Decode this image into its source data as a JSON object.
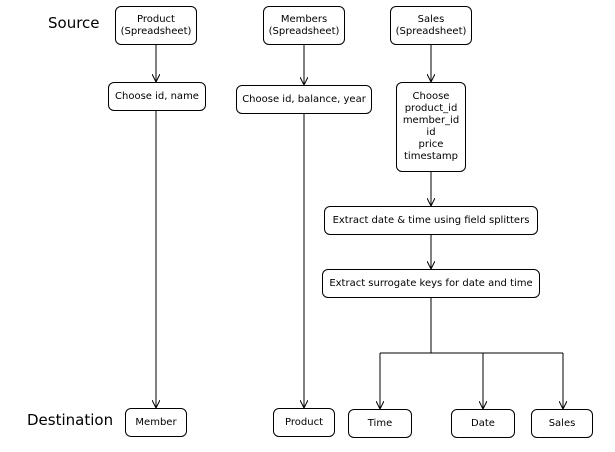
{
  "labels": {
    "source": "Source",
    "destination": "Destination"
  },
  "nodes": {
    "product_src": [
      "Product",
      "(Spreadsheet)"
    ],
    "members_src": [
      "Members",
      "(Spreadsheet)"
    ],
    "sales_src": [
      "Sales",
      "(Spreadsheet)"
    ],
    "choose_product": [
      "Choose id, name"
    ],
    "choose_members": [
      "Choose id, balance, year"
    ],
    "choose_sales": [
      "Choose",
      "product_id",
      "member_id",
      "id",
      "price",
      "timestamp"
    ],
    "extract_datetime": [
      "Extract date & time using field splitters"
    ],
    "extract_keys": [
      "Extract surrogate keys for date and time"
    ],
    "dest_member": [
      "Member"
    ],
    "dest_product": [
      "Product"
    ],
    "dest_time": [
      "Time"
    ],
    "dest_date": [
      "Date"
    ],
    "dest_sales": [
      "Sales"
    ]
  }
}
